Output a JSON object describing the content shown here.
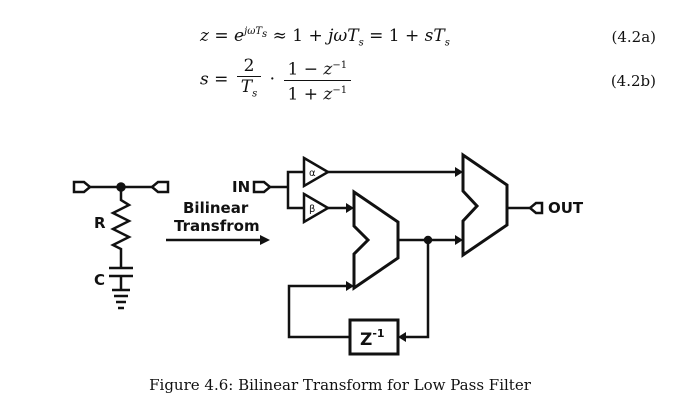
{
  "equations": [
    {
      "number": "(4.2a)"
    },
    {
      "number": "(4.2b)"
    }
  ],
  "diagram": {
    "resistor_label": "R",
    "capacitor_label": "C",
    "arrow_label_line1": "Bilinear",
    "arrow_label_line2": "Transfrom",
    "input_label": "IN",
    "output_label": "OUT",
    "gain_alpha": "α",
    "gain_beta": "β",
    "delay_label": "Z",
    "delay_exponent": "-1"
  },
  "caption": "Figure 4.6: Bilinear Transform for Low Pass Filter"
}
